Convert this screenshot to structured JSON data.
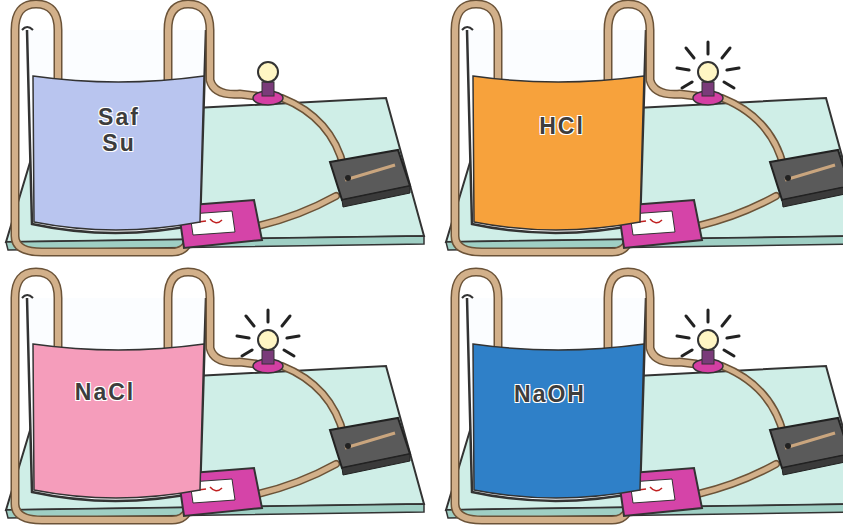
{
  "diagram": {
    "nodes": [
      {
        "text": [
          "Saf Su"
        ]
      },
      {
        "text": [
          "HCl"
        ]
      },
      {
        "text": [
          "NaCl"
        ]
      },
      {
        "text": [
          "NaOH"
        ]
      }
    ]
  }
}
